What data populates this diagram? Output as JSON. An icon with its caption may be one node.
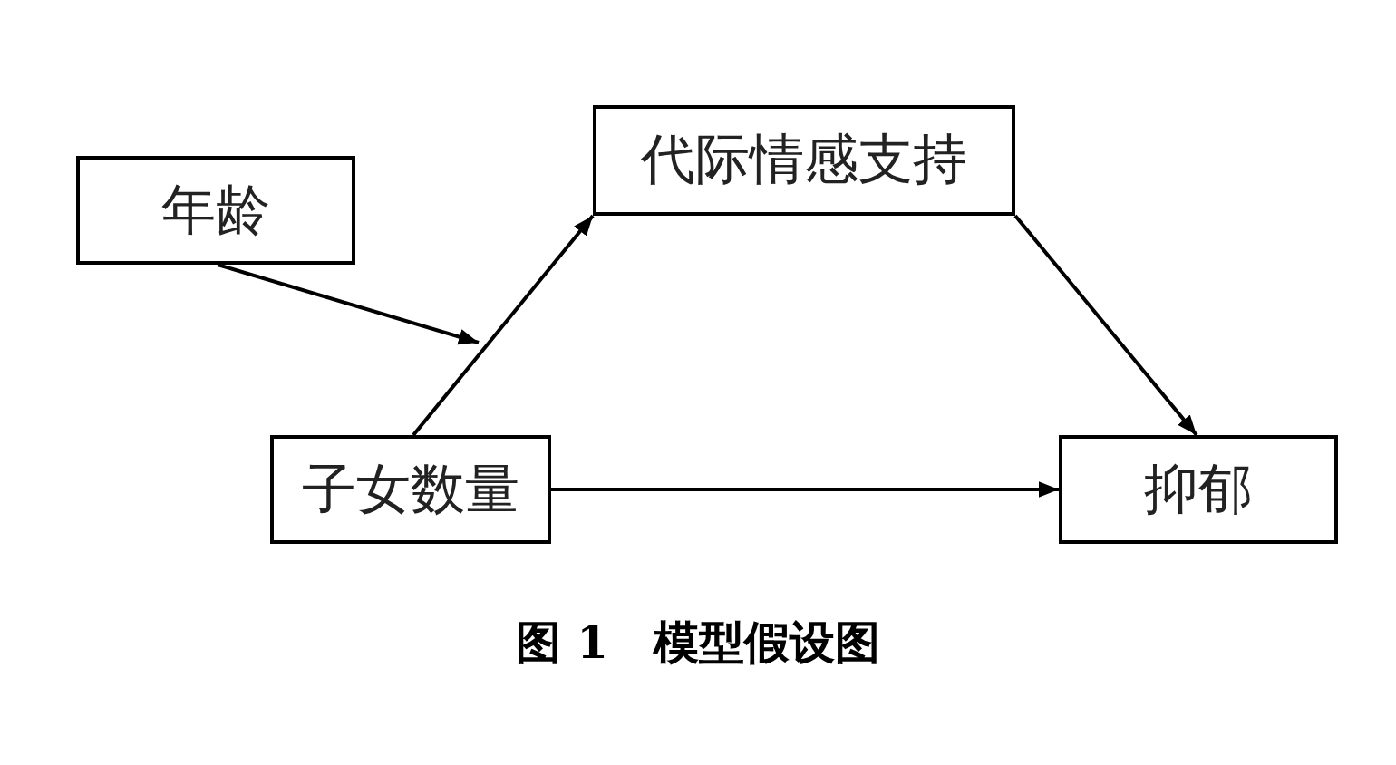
{
  "diagram": {
    "caption": "图 1　模型假设图",
    "nodes": [
      {
        "text": [
          "年龄"
        ]
      },
      {
        "text": [
          "代际情感支持"
        ]
      },
      {
        "text": [
          "子女数量"
        ]
      },
      {
        "text": [
          "抑郁"
        ]
      }
    ],
    "edges": [
      {
        "from": 0,
        "to": null,
        "arrow": "to"
      },
      {
        "from": 2,
        "to": 1,
        "arrow": "to"
      },
      {
        "from": 1,
        "to": 3,
        "arrow": "to"
      },
      {
        "from": 2,
        "to": 3,
        "arrow": "to"
      }
    ]
  }
}
